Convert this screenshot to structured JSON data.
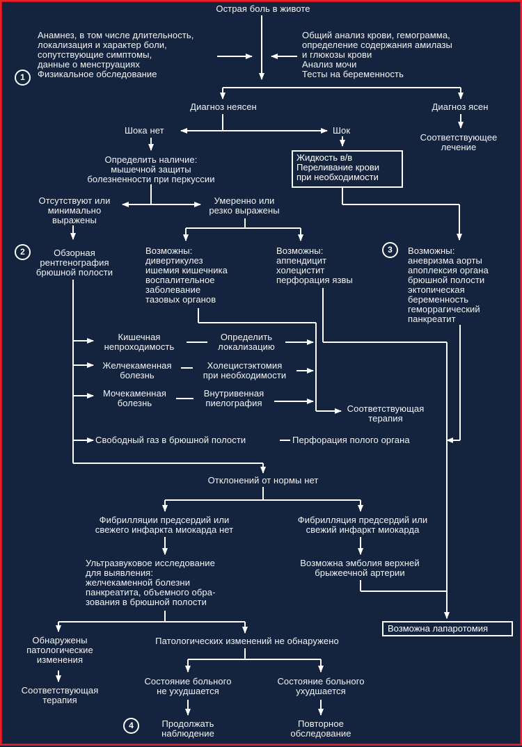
{
  "colors": {
    "background": "#14233e",
    "ink": "#ffffff",
    "frame": "#e8202a"
  },
  "steps": [
    "1",
    "2",
    "3",
    "4"
  ],
  "nodes": {
    "start": "Острая боль в животе",
    "anamnesis": "Анамнез, в том числе длительность,\nлокализация и характер боли,\nсопутствующие симптомы,\nданные о менструациях\nФизикальное обследование",
    "labs": "Общий анализ крови, гемограмма,\nопределение содержания амилазы\nи глюкозы крови\nАнализ мочи\nТесты на беременность",
    "diag_unclear": "Диагноз неясен",
    "diag_clear": "Диагноз ясен",
    "treatment_clear": "Соответствующее\nлечение",
    "no_shock": "Шока нет",
    "shock": "Шок",
    "fluids": "Жидкость в/в\nПереливание крови\nпри необходимости",
    "determine": "Определить наличие:\nмышечной защиты\nболезненности при перкуссии",
    "absent": "Отсутствуют или\nминимально\nвыражены",
    "moderate": "Умеренно или\nрезко выражены",
    "xray": "Обзорная\nрентгенография\nбрюшной полости",
    "possible_a": "Возможны:\nдивертикулез\nишемия кишечника\nвоспалительное\nзаболевание\nтазовых органов",
    "possible_b": "Возможны:\nаппендицит\nхолецистит\nперфорация язвы",
    "possible_c": "Возможны:\nаневризма аорты\nапоплексия органа\nбрюшной полости\nэктопическая\nбеременность\nгеморрагический\nпанкреатит",
    "obstruction": "Кишечная\nнепроходимость",
    "localize": "Определить\nлокализацию",
    "gallstones": "Желчекаменная\nболезнь",
    "cholecystectomy": "Холецистэктомия\nпри необходимости",
    "kidneystones": "Мочекаменная\nболезнь",
    "pyelography": "Внутривенная\nпиелография",
    "therapy_mid": "Соответствующая\nтерапия",
    "free_gas": "Свободный газ в брюшной полости",
    "perforation": "Перфорация полого органа",
    "normal": "Отклонений от нормы нет",
    "no_af": "Фибрилляции предсердий или\nсвежего инфаркта миокарда нет",
    "af": "Фибрилляция предсердий или\nсвежий инфаркт миокарда",
    "ultrasound": "Ультразвуковое исследование\nдля выявления:\nжелчекаменной болезни\nпанкреатита, объемного обра-\nзования в брюшной полости",
    "embolism": "Возможна эмболия верхней\nбрыжеечной артерии",
    "laparotomy": "Возможна лапаротомия",
    "found": "Обнаружены\nпатологические\nизменения",
    "therapy_bottom": "Соответствующая\nтерапия",
    "not_found": "Патологических изменений не обнаружено",
    "not_worse": "Состояние больного\nне ухудшается",
    "worse": "Состояние больного\nухудшается",
    "continue": "Продолжать\nнаблюдение",
    "reexam": "Повторное\nобследование"
  }
}
